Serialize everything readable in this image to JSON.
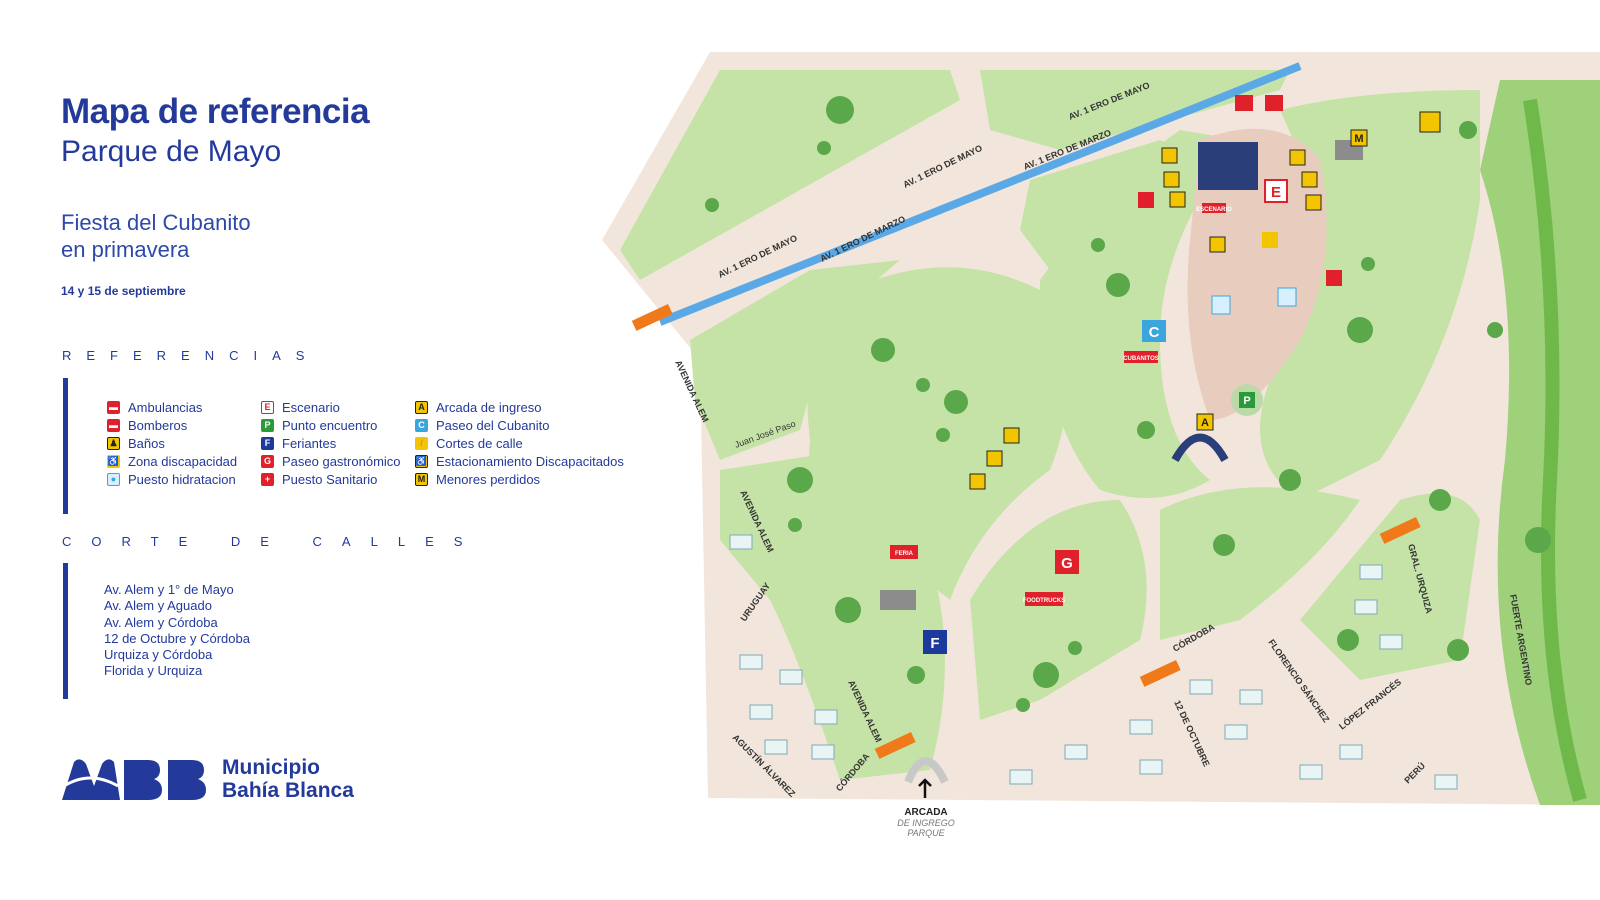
{
  "header": {
    "title": "Mapa de referencia",
    "subtitle": "Parque de Mayo",
    "event_line1": "Fiesta del Cubanito",
    "event_line2": "en primavera",
    "dates": "14 y 15 de septiembre"
  },
  "referencias": {
    "title": "REFERENCIAS",
    "columns": [
      [
        {
          "icon": "ambulance-icon",
          "label": "Ambulancias",
          "color": "#e0202a"
        },
        {
          "icon": "firetruck-icon",
          "label": "Bomberos",
          "color": "#e0202a"
        },
        {
          "icon": "restroom-icon",
          "label": "Baños",
          "color": "#1a1a1a"
        },
        {
          "icon": "wheelchair-icon",
          "label": "Zona discapacidad",
          "color": "#f2c500"
        },
        {
          "icon": "water-drop-icon",
          "label": "Puesto hidratacion",
          "color": "#3aa6dd"
        }
      ],
      [
        {
          "icon": "letter-e-icon",
          "label": "Escenario",
          "color": "#e0202a",
          "letter": "E"
        },
        {
          "icon": "letter-p-icon",
          "label": "Punto encuentro",
          "color": "#2a9a3a",
          "letter": "P"
        },
        {
          "icon": "letter-f-icon",
          "label": "Feriantes",
          "color": "#1c3a9b",
          "letter": "F"
        },
        {
          "icon": "letter-g-icon",
          "label": "Paseo gastronómico",
          "color": "#e0202a",
          "letter": "G"
        },
        {
          "icon": "first-aid-icon",
          "label": "Puesto Sanitario",
          "color": "#e0202a"
        }
      ],
      [
        {
          "icon": "letter-a-icon",
          "label": "Arcada de ingreso",
          "color": "#f2c500",
          "letter": "A"
        },
        {
          "icon": "letter-c-icon",
          "label": "Paseo del Cubanito",
          "color": "#3aa6dd",
          "letter": "C"
        },
        {
          "icon": "street-cut-icon",
          "label": "Cortes de calle",
          "color": "#f07a1a"
        },
        {
          "icon": "disabled-parking-icon",
          "label": "Estacionamiento Discapacitados",
          "color": "#f2c500"
        },
        {
          "icon": "letter-m-icon",
          "label": "Menores perdidos",
          "color": "#f2c500",
          "letter": "M"
        }
      ]
    ]
  },
  "corte_de_calles": {
    "title": "CORTE DE CALLES",
    "items": [
      "Av. Alem y 1° de Mayo",
      "Av. Alem y Aguado",
      "Av. Alem y Córdoba",
      "12 de Octubre y Córdoba",
      "Urquiza y Córdoba",
      "Florida y Urquiza"
    ]
  },
  "logo": {
    "line1": "Municipio",
    "line2": "Bahía Blanca",
    "color": "#233a9b"
  },
  "map": {
    "streets": {
      "av1mayo_a": "AV. 1 ERO DE MAYO",
      "av1mayo_b": "AV. 1 ERO DE MAYO",
      "av1mayo_c": "AV. 1 ERO DE MAYO",
      "av1marzo_a": "AV. 1 ERO DE MARZO",
      "av1marzo_b": "AV. 1 ERO DE MARZO",
      "alem_a": "AVENIDA ALEM",
      "alem_b": "AVENIDA ALEM",
      "alem_c": "AVENIDA ALEM",
      "jjpaso": "Juan José Paso",
      "uruguay": "URUGUAY",
      "agustin": "AGUSTÍN ÁLVAREZ",
      "cordoba_a": "CÓRDOBA",
      "cordoba_b": "CÓRDOBA",
      "doce": "12 DE OCTUBRE",
      "florencio": "FLORENCIO SÁNCHEZ",
      "lopez": "LÓPEZ FRANCÉS",
      "peru": "PERÚ",
      "urquiza": "GRAL. URQUIZA",
      "fuerte": "FUERTE ARGENTINO"
    },
    "signs": {
      "escenario": "ESCENARIO",
      "cubanitos": "CUBANITOS",
      "feria": "FERIA",
      "foodtrucks": "FOODTRUCKS"
    },
    "markers": {
      "E": "E",
      "C": "C",
      "G": "G",
      "F": "F",
      "A": "A",
      "P": "P",
      "M": "M"
    },
    "arcada": {
      "title": "ARCADA",
      "sub1": "DE INGREGO",
      "sub2": "PARQUE"
    },
    "colors": {
      "grass": "#c6e3a7",
      "path": "#f2e6dc",
      "canal": "#5aa9e6",
      "plaza": "#e8cdbf"
    }
  }
}
